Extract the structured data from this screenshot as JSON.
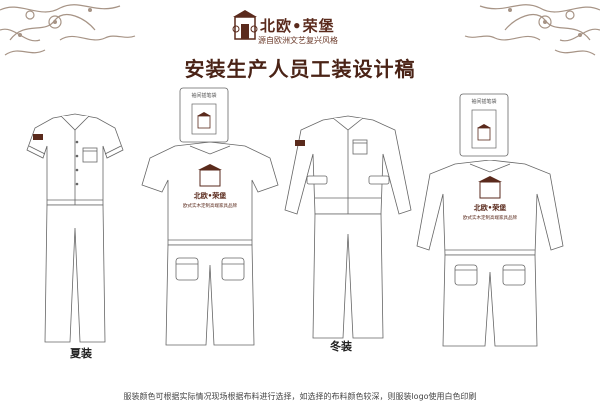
{
  "brand": {
    "name": "北欧•荣堡",
    "tagline": "源自欧洲文艺复兴风格"
  },
  "title": "安装生产人员工装设计稿",
  "summer_label": "夏装",
  "winter_label": "冬装",
  "tag_caption": "袖间插笔袋",
  "uniform_logo_text": "北欧•荣堡",
  "uniform_logo_sub": "欧式实木定制高端家具品牌",
  "footer_note": "服装颜色可根据实际情况现场根据布料进行选择，如选择的布料颜色较深，则服装logo使用白色印刷",
  "colors": {
    "brand_brown": "#5a2a1c",
    "line": "#6b6b6b",
    "ornament": "#a79486"
  }
}
